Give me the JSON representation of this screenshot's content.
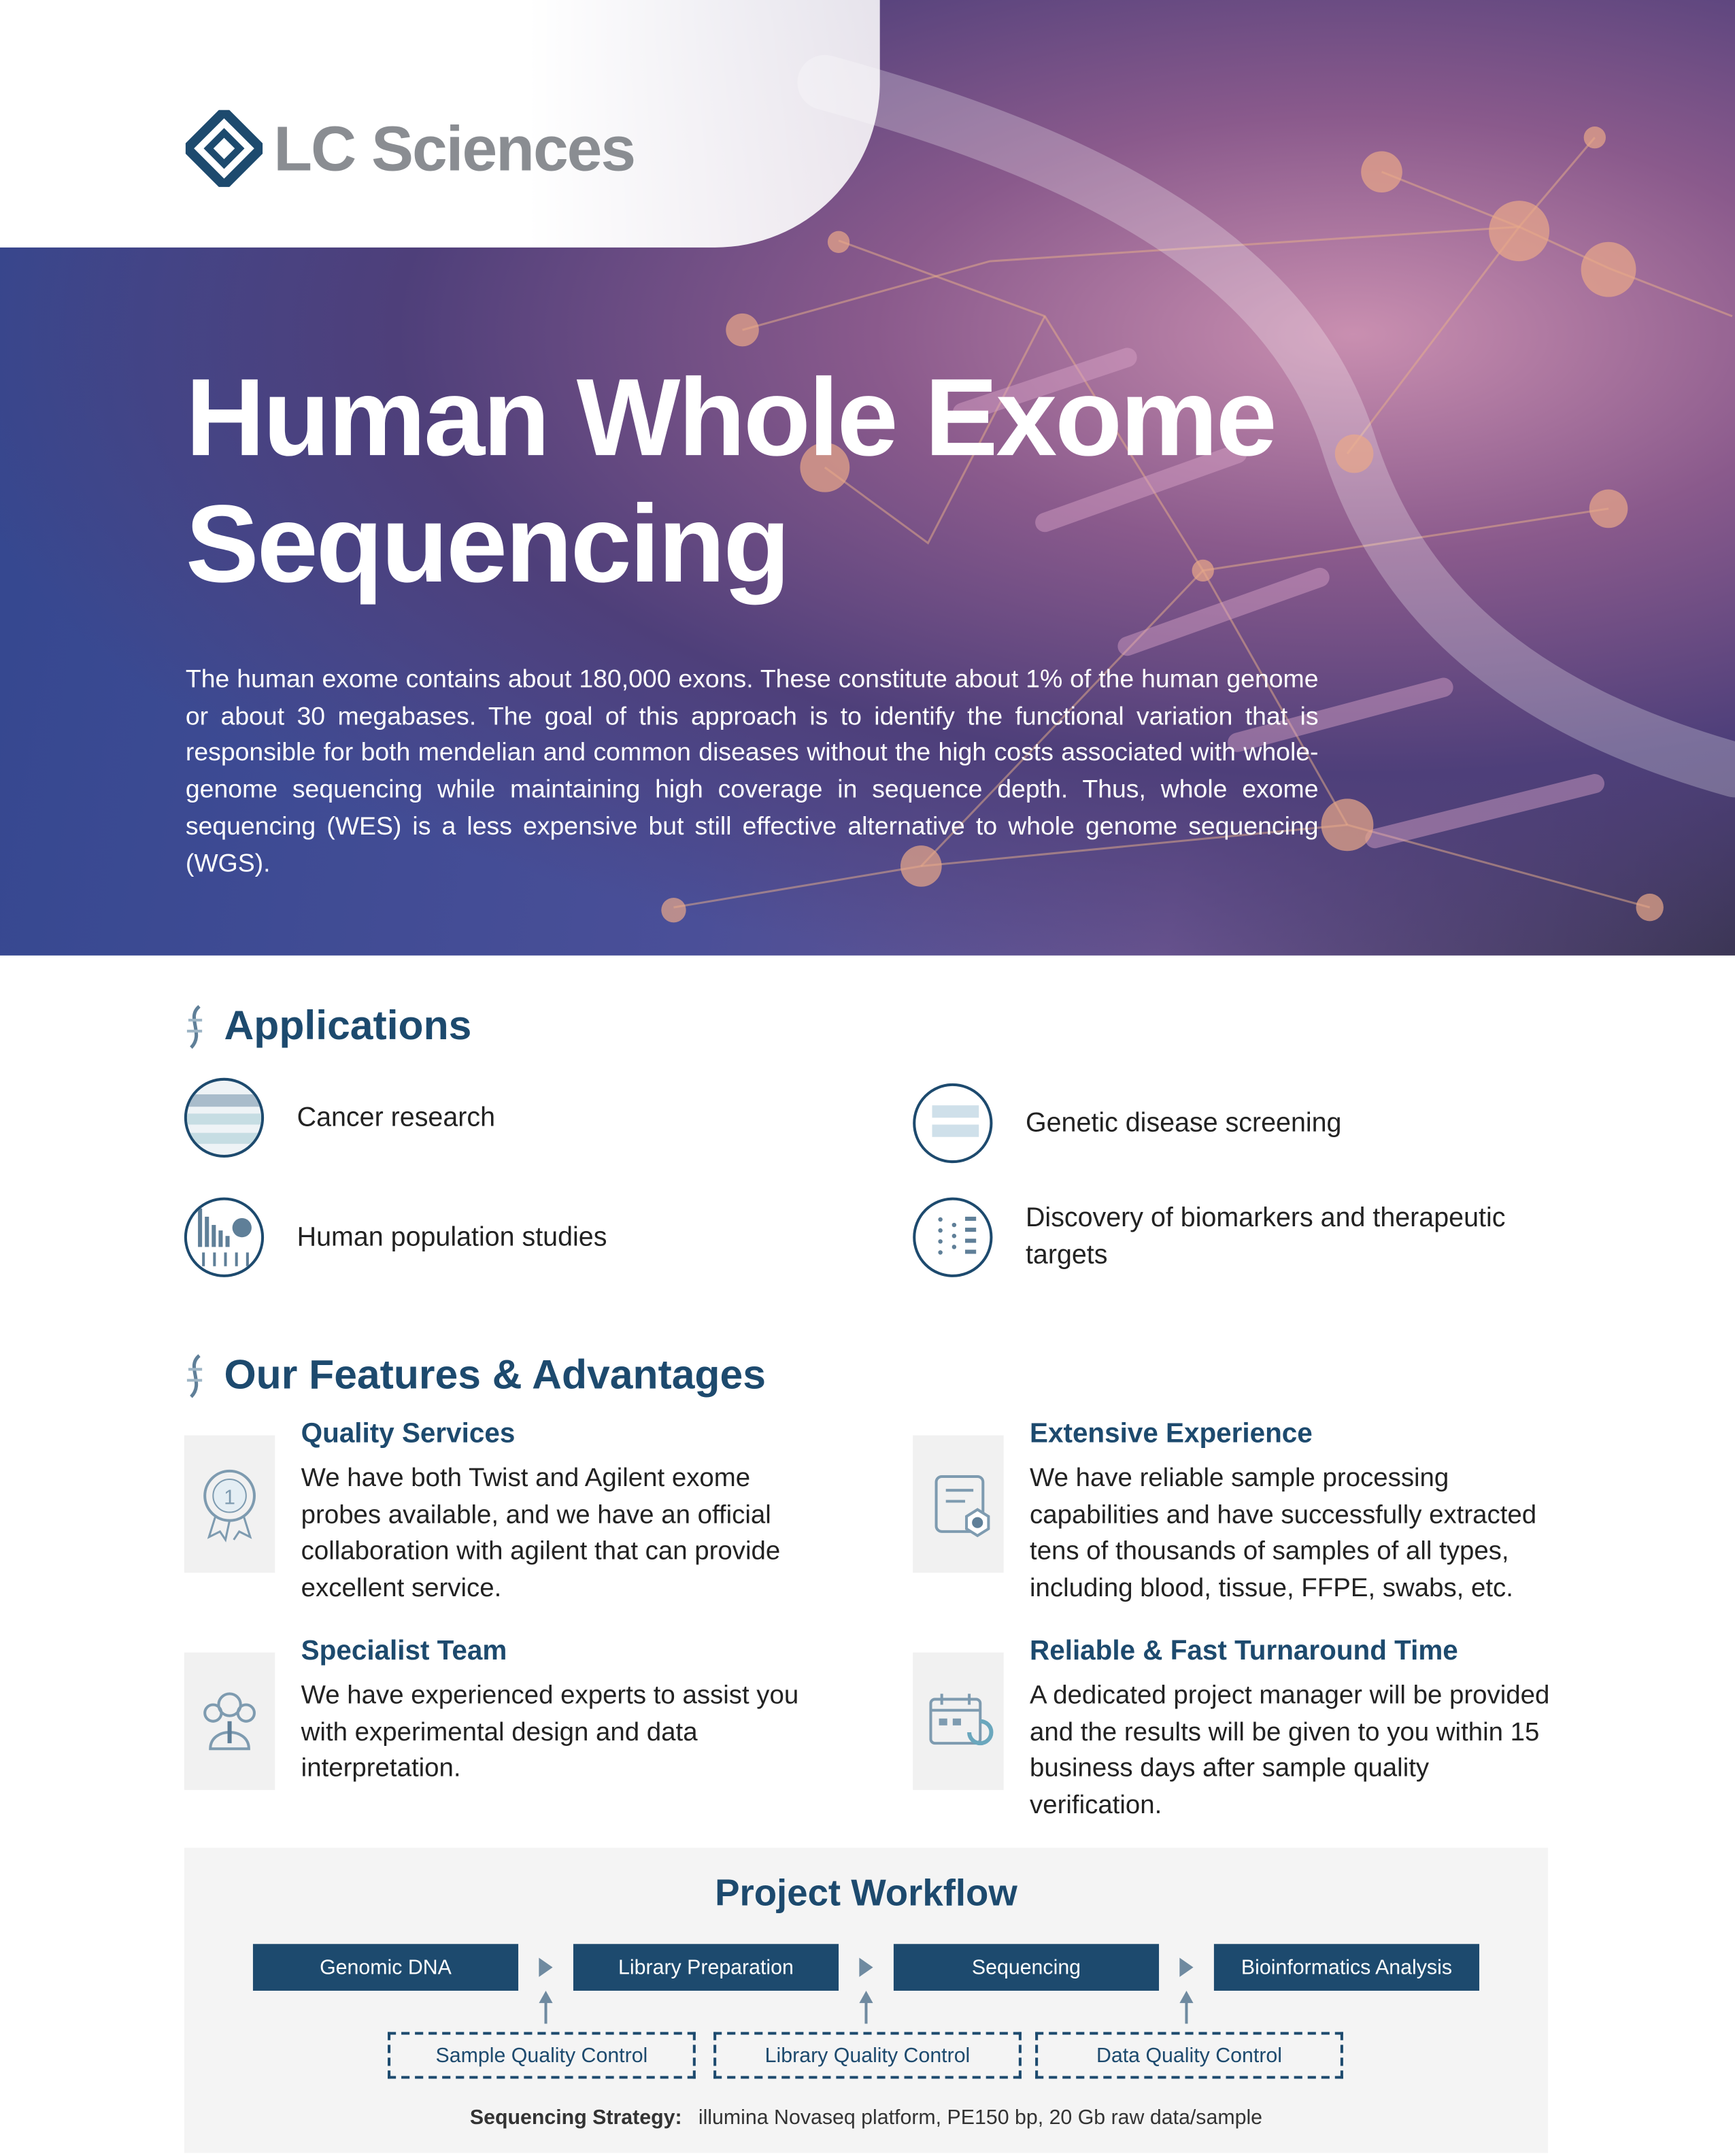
{
  "brand": {
    "name": "LC Sciences"
  },
  "hero": {
    "title_line1": "Human Whole Exome",
    "title_line2": "Sequencing",
    "intro": "The human exome contains about 180,000 exons. These constitute about 1% of the human genome or about 30 megabases. The goal of this approach is to identify the functional variation that is responsible for both mendelian and common diseases without the high costs associated with whole-genome sequencing while maintaining high coverage in sequence depth. Thus, whole exome sequencing (WES) is a less expensive but still effective alternative to whole genome sequencing (WGS)."
  },
  "applications": {
    "heading": "Applications",
    "items": [
      {
        "label": "Cancer research",
        "icon": "dna-sequence-icon"
      },
      {
        "label": "Genetic disease screening",
        "icon": "gene-list-icon"
      },
      {
        "label": "Human population studies",
        "icon": "bar-chart-icon"
      },
      {
        "label": "Discovery of biomarkers and therapeutic targets",
        "icon": "dot-matrix-icon"
      }
    ]
  },
  "features": {
    "heading": "Our Features & Advantages",
    "items": [
      {
        "title": "Quality Services",
        "text": "We have both Twist and Agilent exome probes available, and we have an official collaboration with agilent that can provide excellent service.",
        "icon": "award-badge-icon",
        "badge": "1"
      },
      {
        "title": "Extensive Experience",
        "text": "We have reliable sample processing capabilities and have successfully extracted tens of thousands of samples of all types, including blood, tissue, FFPE, swabs, etc.",
        "icon": "document-hexagon-icon"
      },
      {
        "title": "Specialist Team",
        "text": "We have experienced experts to assist you with experimental design and data interpretation.",
        "icon": "team-icon"
      },
      {
        "title": "Reliable & Fast Turnaround Time",
        "text": "A dedicated project manager will be provided and the results will be given to you  within 15 business days after sample quality verification.",
        "icon": "calendar-refresh-icon"
      }
    ]
  },
  "workflow": {
    "title": "Project Workflow",
    "steps": [
      "Genomic DNA",
      "Library Preparation",
      "Sequencing",
      "Bioinformatics Analysis"
    ],
    "qc": [
      "Sample Quality Control",
      "Library Quality Control",
      "Data Quality Control"
    ],
    "strategy_label": "Sequencing Strategy:",
    "strategy_value": "illumina Novaseq platform, PE150 bp, 20 Gb raw data/sample"
  },
  "colors": {
    "primary": "#1d4a6e",
    "arrow": "#6f8aa0",
    "panel": "#f4f4f4"
  }
}
